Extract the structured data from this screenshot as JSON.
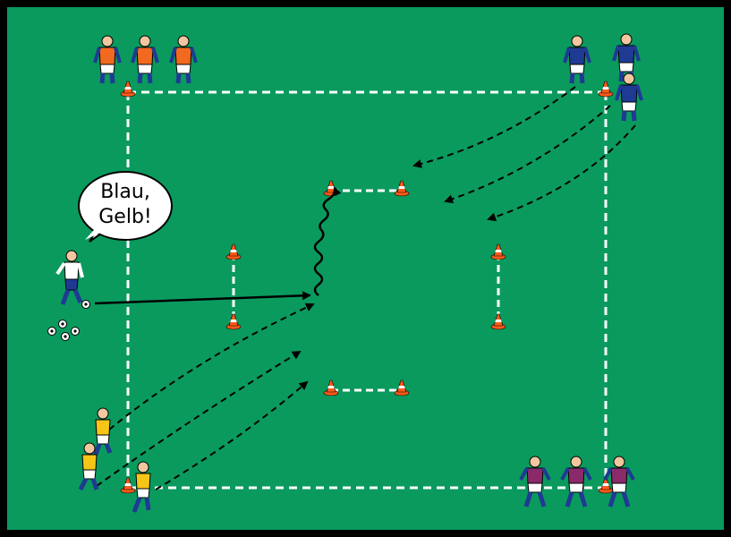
{
  "diagram": {
    "speech_bubble": {
      "line1": "Blau,",
      "line2": "Gelb!"
    }
  },
  "colors": {
    "field": "#0a9a5e",
    "border": "#000000",
    "line": "#ffffff",
    "cone": "#ff5a1a",
    "team_orange": "#f26a1f",
    "team_blue": "#1f3a93",
    "team_yellow": "#f5c518",
    "team_purple": "#8a2a6a",
    "coach": "#ffffff"
  },
  "icons": [
    "player-icon",
    "cone-icon",
    "ball-icon",
    "speech-bubble"
  ]
}
